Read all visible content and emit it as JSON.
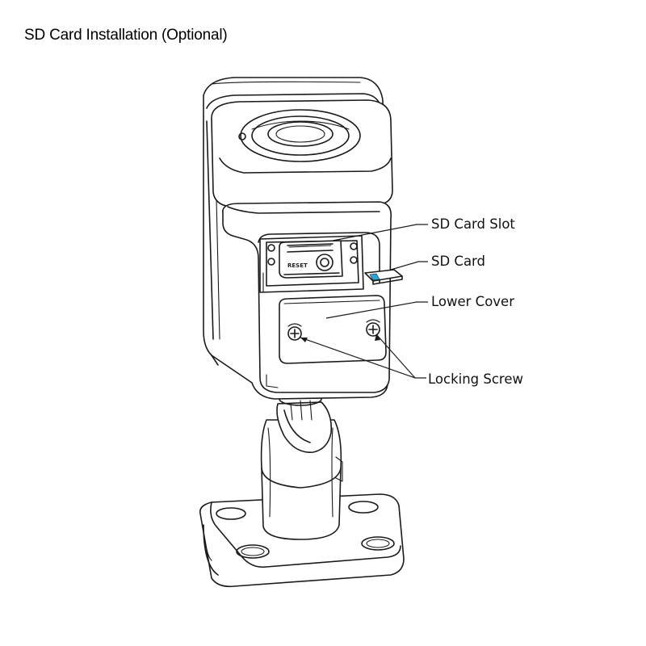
{
  "title": "SD Card Installation (Optional)",
  "device": {
    "reset_label": "RESET"
  },
  "callouts": {
    "sd_card_slot": "SD Card Slot",
    "sd_card": "SD Card",
    "lower_cover": "Lower Cover",
    "locking_screw": "Locking Screw"
  },
  "colors": {
    "line": "#1a1a1a",
    "sd_card_accent": "#2aa6d8",
    "background": "#ffffff"
  }
}
